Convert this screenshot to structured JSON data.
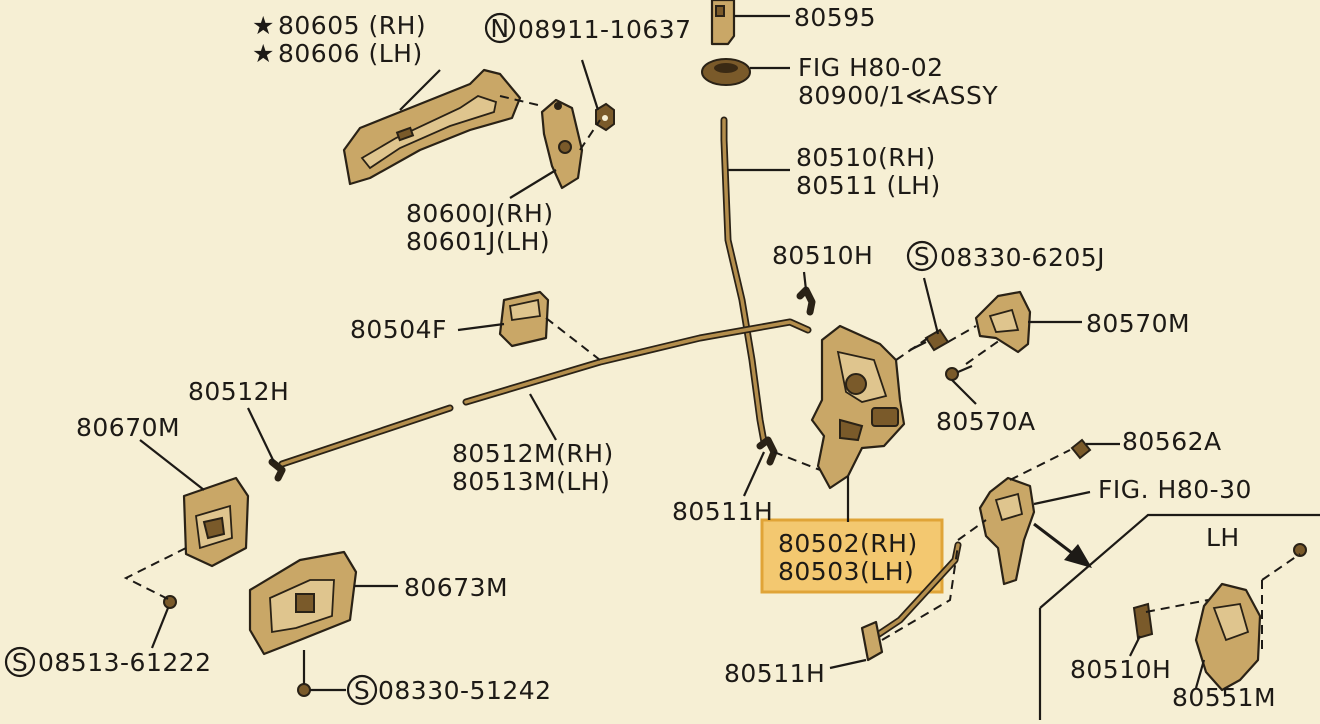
{
  "labels": {
    "l80605": "80605 (RH)",
    "l80606": "80606 (LH)",
    "l08911": "08911-10637",
    "l80595": "80595",
    "lfig1": "FIG H80-02",
    "l80900": "80900/1≪ASSY",
    "l80510": "80510(RH)",
    "l80511": "80511 (LH)",
    "l80600": "80600J(RH)",
    "l80601": "80601J(LH)",
    "l80510h": "80510H",
    "l08330a": "08330-6205J",
    "l80570m": "80570M",
    "l80504f": "80504F",
    "l80512h": "80512H",
    "l80670m": "80670M",
    "l80570a": "80570A",
    "l80562a": "80562A",
    "l80512m": "80512M(RH)",
    "l80513m": "80513M(LH)",
    "l80511h_top": "80511H",
    "lfig2": "FIG. H80-30",
    "l80502": "80502(RH)",
    "l80503": "80503(LH)",
    "l80673m": "80673M",
    "l08513": "08513-61222",
    "l08330b": "08330-51242",
    "l80511h_bot": "80511H",
    "l_lh": "LH",
    "l80510h_inset": "80510H",
    "l80551m": "80551M"
  },
  "symbols": {
    "star": "★",
    "n_mark": "N",
    "s_mark": "S"
  },
  "highlight": {
    "color": "#f3c870",
    "border": "#e0a437"
  }
}
